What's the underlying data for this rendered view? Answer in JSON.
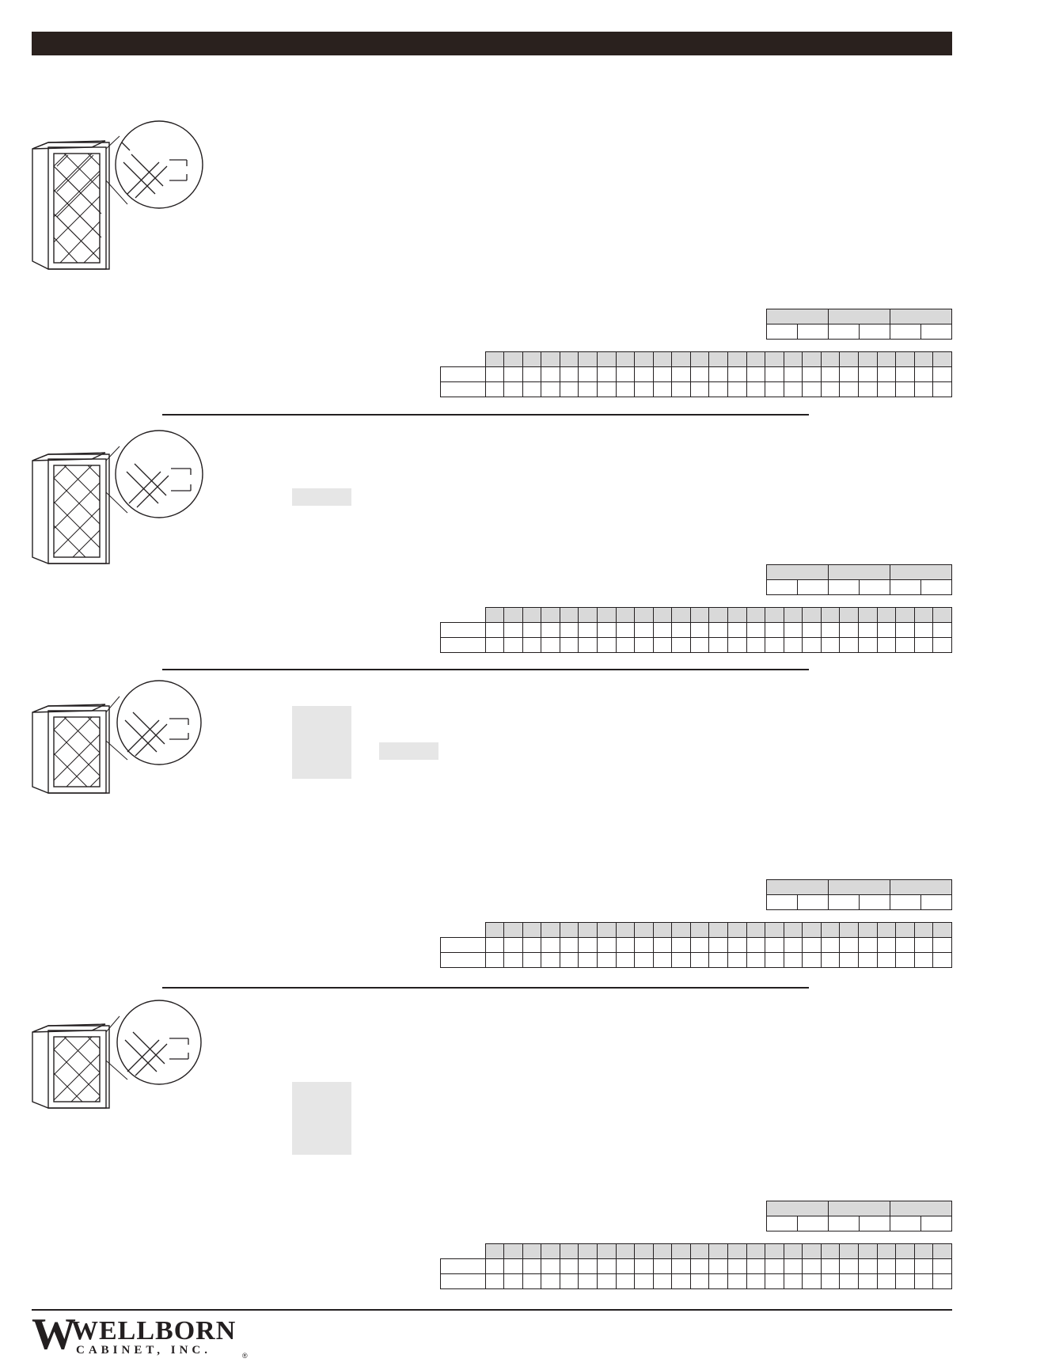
{
  "header": {
    "title": ""
  },
  "sections": [
    {
      "id": "section-1",
      "figure": "wine-rack-cabinet-tall"
    },
    {
      "id": "section-2",
      "figure": "wine-rack-cabinet-medium"
    },
    {
      "id": "section-3",
      "figure": "wine-rack-cabinet-short"
    },
    {
      "id": "section-4",
      "figure": "wine-rack-cabinet-shortest"
    }
  ],
  "footer": {
    "logo_main": "WELLBORN",
    "logo_sub": "CABINET, INC.",
    "logo_mark": "®"
  },
  "colors": {
    "bar": "#2a211e",
    "ink": "#231f20",
    "shade": "#d9d9d9",
    "placeholder": "#e6e6e6"
  }
}
